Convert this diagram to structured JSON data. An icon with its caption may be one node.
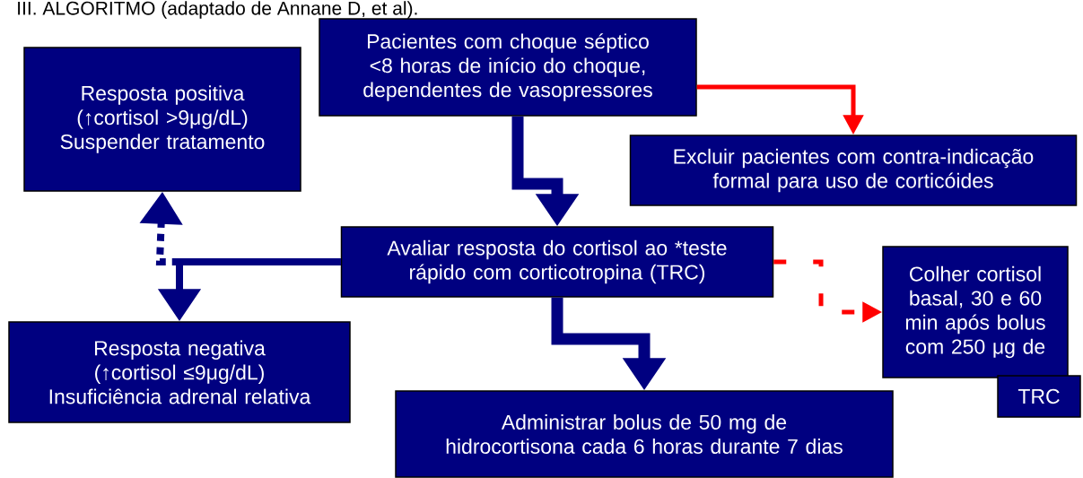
{
  "diagram": {
    "title": "III. ALGORITMO (adaptado de Annane D, et al).",
    "nodes": [
      {
        "text": [
          "Pacientes com choque séptico <8 horas de início do choque, dependentes de vasopressores"
        ]
      },
      {
        "text": [
          "Resposta positiva",
          "(↑cortisol >9μg/dL)",
          "Suspender tratamento"
        ]
      },
      {
        "text": [
          "Excluir pacientes com contra-indicação formal para uso de corticóides"
        ]
      },
      {
        "text": [
          "Avaliar resposta do cortisol ao *teste rápido com corticotropina (TRC)"
        ]
      },
      {
        "text": [
          "Colher cortisol basal, 30 e 60 min após bolus com 250 μg de"
        ]
      },
      {
        "text": [
          "TRC"
        ]
      },
      {
        "text": [
          "Resposta negativa",
          "(↑cortisol ≤9μg/dL)",
          "Insuficiência adrenal relativa"
        ]
      },
      {
        "text": [
          "Administrar bolus de 50 mg de hidrocortisona cada 6 horas durante 7 dias"
        ]
      }
    ],
    "edges": [
      {
        "from": 0,
        "to": 2,
        "arrow": "to",
        "color": "#ff0000"
      },
      {
        "from": 0,
        "to": 3,
        "arrow": "to"
      },
      {
        "from": 3,
        "to": 1,
        "arrow": "to",
        "style": "dashed"
      },
      {
        "from": 3,
        "to": 6,
        "arrow": "to"
      },
      {
        "from": 3,
        "to": 7,
        "arrow": "to"
      },
      {
        "from": 3,
        "to": 4,
        "arrow": "to",
        "style": "dashed",
        "color": "#ff0000"
      }
    ]
  }
}
